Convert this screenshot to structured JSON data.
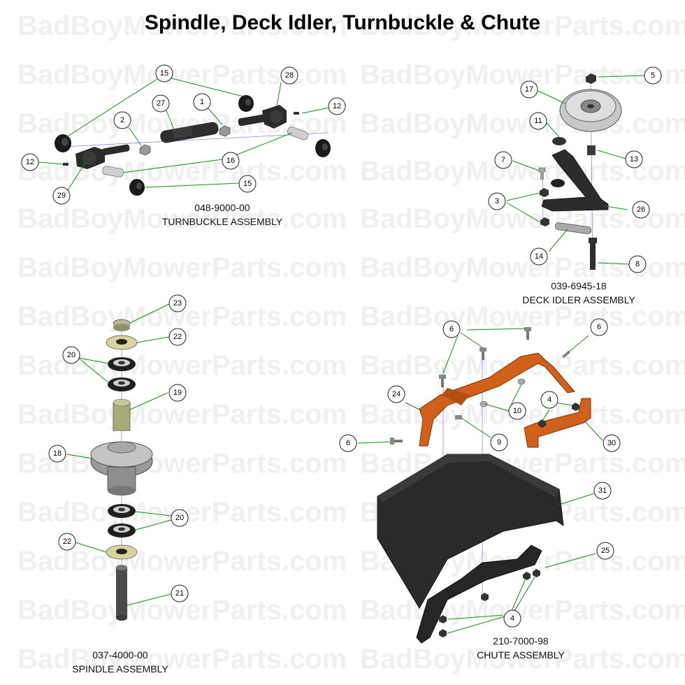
{
  "title": "Spindle, Deck Idler, Turnbuckle & Chute",
  "watermark": "BadBoyMowerParts.com",
  "colors": {
    "leader": "#1a8a1a",
    "axis": "#8a8ad8",
    "orange_part": "#d0601a",
    "dark_part": "#262626",
    "metal_part": "#b8b8b8"
  },
  "assemblies": [
    {
      "part_number": "048-9000-00",
      "name": "TURNBUCKLE ASSEMBLY"
    },
    {
      "part_number": "039-6945-18",
      "name": "DECK IDLER ASSEMBLY"
    },
    {
      "part_number": "037-4000-00",
      "name": "SPINDLE ASSEMBLY"
    },
    {
      "part_number": "210-7000-98",
      "name": "CHUTE ASSEMBLY"
    }
  ],
  "callouts": [
    {
      "label": "15"
    },
    {
      "label": "28"
    },
    {
      "label": "27"
    },
    {
      "label": "1"
    },
    {
      "label": "12"
    },
    {
      "label": "2"
    },
    {
      "label": "12"
    },
    {
      "label": "16"
    },
    {
      "label": "29"
    },
    {
      "label": "15"
    },
    {
      "label": "5"
    },
    {
      "label": "17"
    },
    {
      "label": "11"
    },
    {
      "label": "13"
    },
    {
      "label": "7"
    },
    {
      "label": "3"
    },
    {
      "label": "26"
    },
    {
      "label": "14"
    },
    {
      "label": "8"
    },
    {
      "label": "23"
    },
    {
      "label": "22"
    },
    {
      "label": "20"
    },
    {
      "label": "19"
    },
    {
      "label": "18"
    },
    {
      "label": "20"
    },
    {
      "label": "22"
    },
    {
      "label": "21"
    },
    {
      "label": "6"
    },
    {
      "label": "6"
    },
    {
      "label": "24"
    },
    {
      "label": "10"
    },
    {
      "label": "4"
    },
    {
      "label": "9"
    },
    {
      "label": "6"
    },
    {
      "label": "30"
    },
    {
      "label": "31"
    },
    {
      "label": "25"
    },
    {
      "label": "4"
    }
  ]
}
